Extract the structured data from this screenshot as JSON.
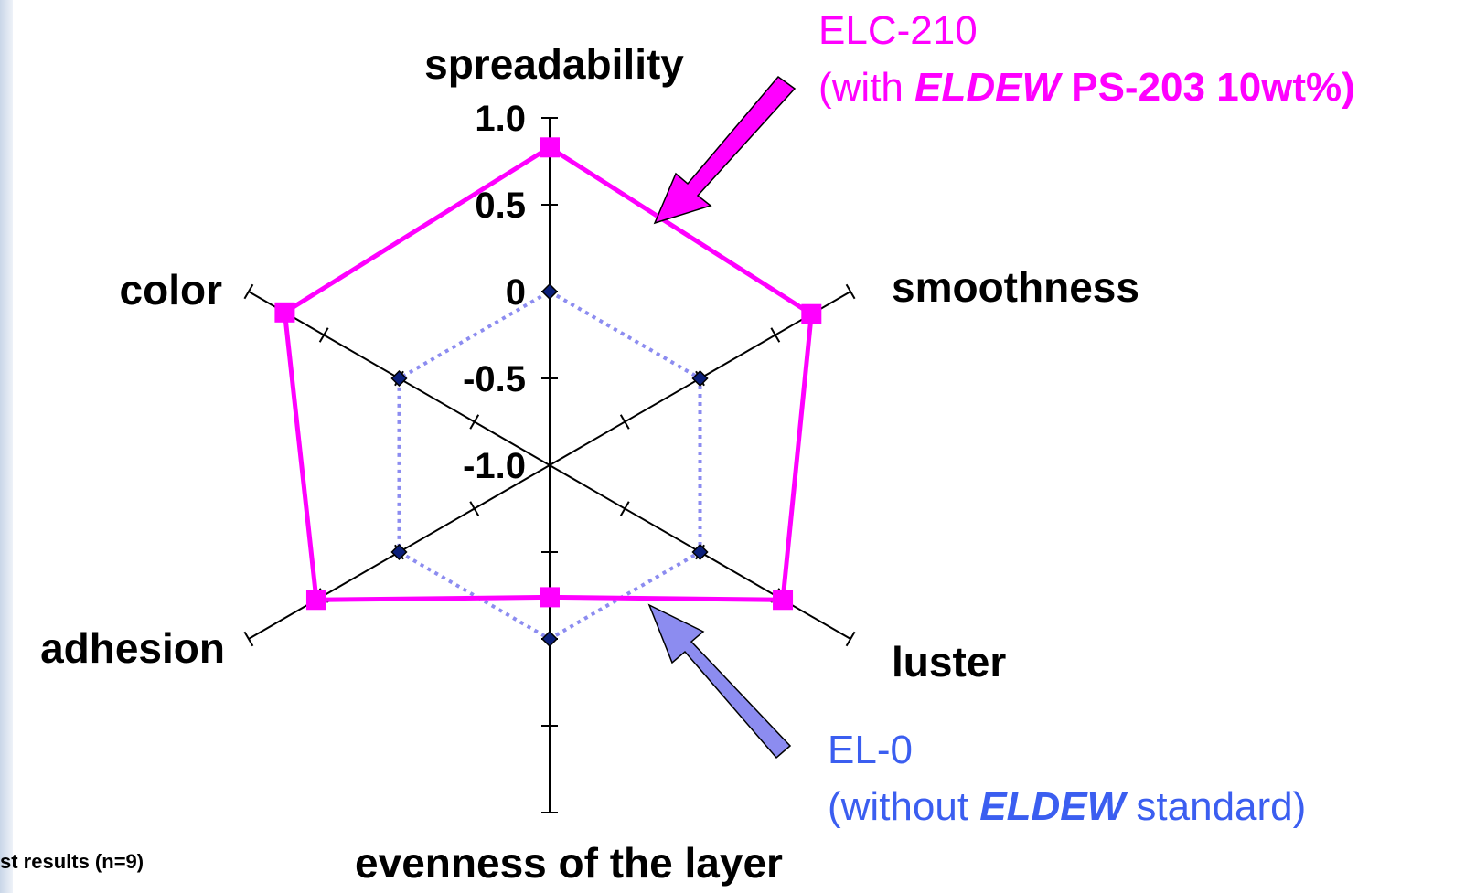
{
  "chart_data": {
    "type": "radar",
    "axes": [
      "spreadability",
      "smoothness",
      "luster",
      "evenness of the layer",
      "adhesion",
      "color"
    ],
    "tick_labels": [
      "1.0",
      "0.5",
      "0",
      "-0.5",
      "-1.0"
    ],
    "range": [
      -1.0,
      1.0
    ],
    "series": [
      {
        "name": "ELC-210",
        "values": [
          0.83,
          0.74,
          0.55,
          -0.24,
          0.55,
          0.76
        ],
        "color": "#ff00ff",
        "marker": "square",
        "line": "solid"
      },
      {
        "name": "EL-0",
        "values": [
          0,
          0,
          0,
          0,
          0,
          0
        ],
        "color": "#8c8cf0",
        "marker": "diamond",
        "line": "dotted"
      }
    ],
    "grid": false,
    "legend": "callouts"
  },
  "callouts": {
    "elc": {
      "line1": "ELC-210",
      "with": "(with ",
      "brand": "ELDEW",
      "rest": " PS-203 10wt%)",
      "color": "#ff00ff",
      "arrow_color": "#ff00ff"
    },
    "el0": {
      "line1": "EL-0",
      "with": "(without ",
      "brand": "ELDEW",
      "rest": " standard)",
      "color": "#3b5ef0",
      "arrow_color": "#8c8cf0"
    }
  },
  "note": "st results (n=9)"
}
